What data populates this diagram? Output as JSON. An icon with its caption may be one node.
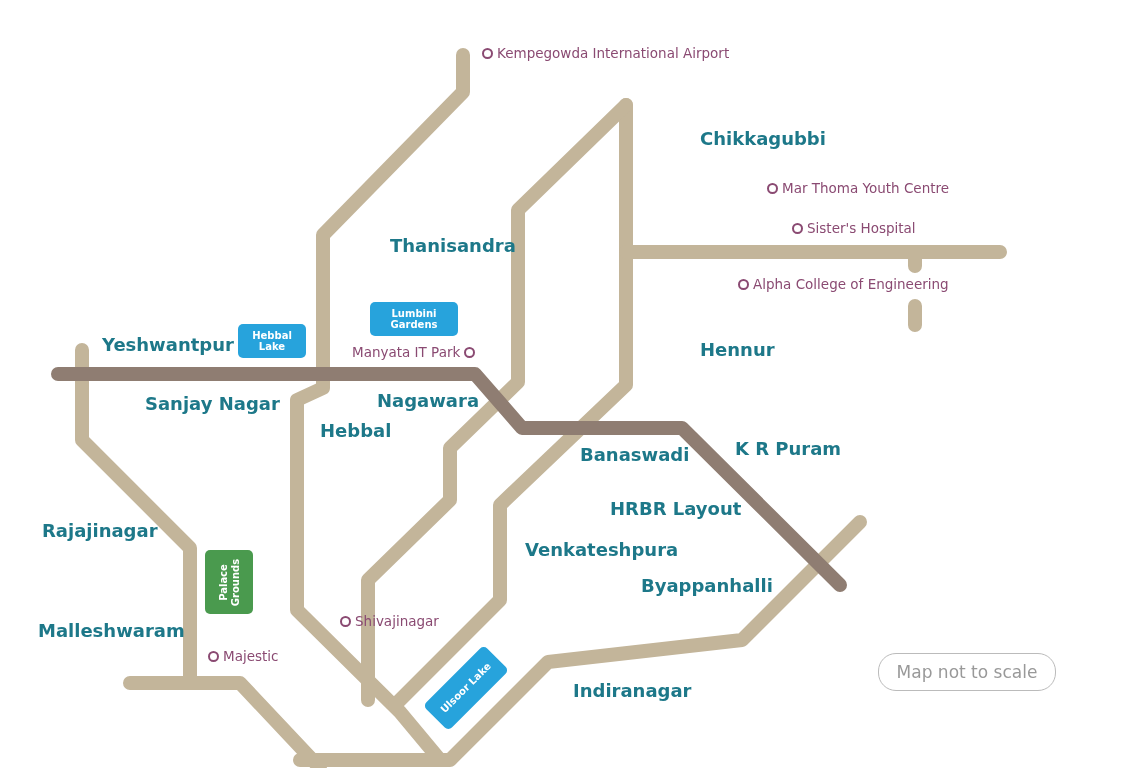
{
  "diagram": {
    "nodes": [
      {
        "text": [
          "Hebbal Lake"
        ]
      },
      {
        "text": [
          "Lumbini Gardens"
        ]
      },
      {
        "text": [
          "Palace Grounds"
        ]
      },
      {
        "text": [
          "Ulsoor Lake"
        ]
      },
      {
        "text": [
          "Map not to scale"
        ]
      }
    ],
    "labels": [
      "Kempegowda International Airport",
      "Chikkagubbi",
      "Mar Thoma Youth Centre",
      "Sister's Hospital",
      "Thanisandra",
      "Alpha College of Engineering",
      "Yeshwantpur",
      "Manyata IT Park",
      "Hennur",
      "Sanjay Nagar",
      "Nagawara",
      "Hebbal",
      "Banaswadi",
      "K R Puram",
      "HRBR Layout",
      "Rajajinagar",
      "Venkateshpura",
      "Byappanhalli",
      "Malleshwaram",
      "Shivajinagar",
      "Majestic",
      "Indiranagar"
    ]
  }
}
